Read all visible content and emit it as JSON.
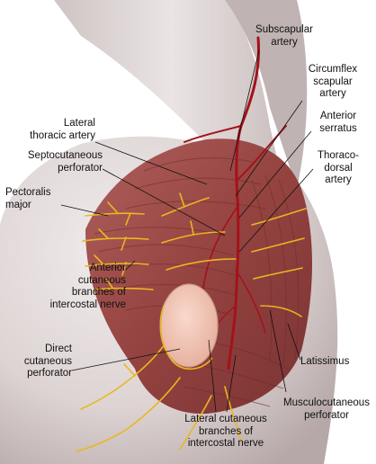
{
  "labels": {
    "subscapular_artery": "Subscapular\nartery",
    "circumflex_scapular_artery": "Circumflex\nscapular\nartery",
    "anterior_serratus": "Anterior\nserratus",
    "lateral_thoracic_artery": "Lateral\nthoracic artery",
    "septocutaneous_perforator": "Septocutaneous\nperforator",
    "thoracodorsal_artery": "Thoraco-\ndorsal\nartery",
    "pectoralis_major": "Pectoralis\nmajor",
    "anterior_cutaneous_branches": "Anterior\ncutaneous\nbranches of\nintercostal nerve",
    "direct_cutaneous_perforator": "Direct\ncutaneous\nperforator",
    "latissimus": "Latissimus",
    "musculocutaneous_perforator": "Musculocutaneous\nperforator",
    "lateral_cutaneous_branches": "Lateral cutaneous\nbranches of\nintercostal nerve"
  },
  "colors": {
    "skin_light": "#e9e2e2",
    "skin_shadow": "#b9acab",
    "muscle": "#9b4a48",
    "muscle_dark": "#6e2b2c",
    "artery": "#a3121a",
    "nerve": "#e8b820",
    "skin_flap": "#f2c7b6",
    "leader_line": "#111111"
  }
}
